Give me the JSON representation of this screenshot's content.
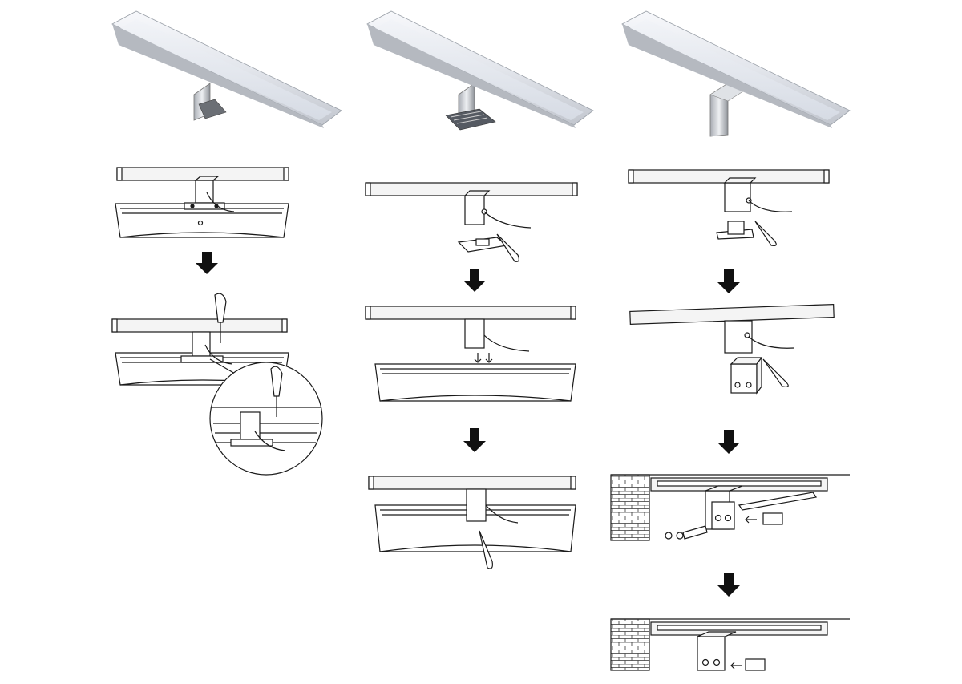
{
  "diagram": {
    "background": "#ffffff",
    "ink": "#1a1a1a",
    "fill": "#f4f4f4",
    "metal_light": "#e6e7ea",
    "metal_dark": "#8c8f95",
    "diffuser": "#eef1f6",
    "columns": [
      {
        "key": "column-1-clamp-mount",
        "steps": 2
      },
      {
        "key": "column-2-bracket-mount",
        "steps": 3
      },
      {
        "key": "column-3-wall-box-mount",
        "steps": 4
      }
    ]
  }
}
